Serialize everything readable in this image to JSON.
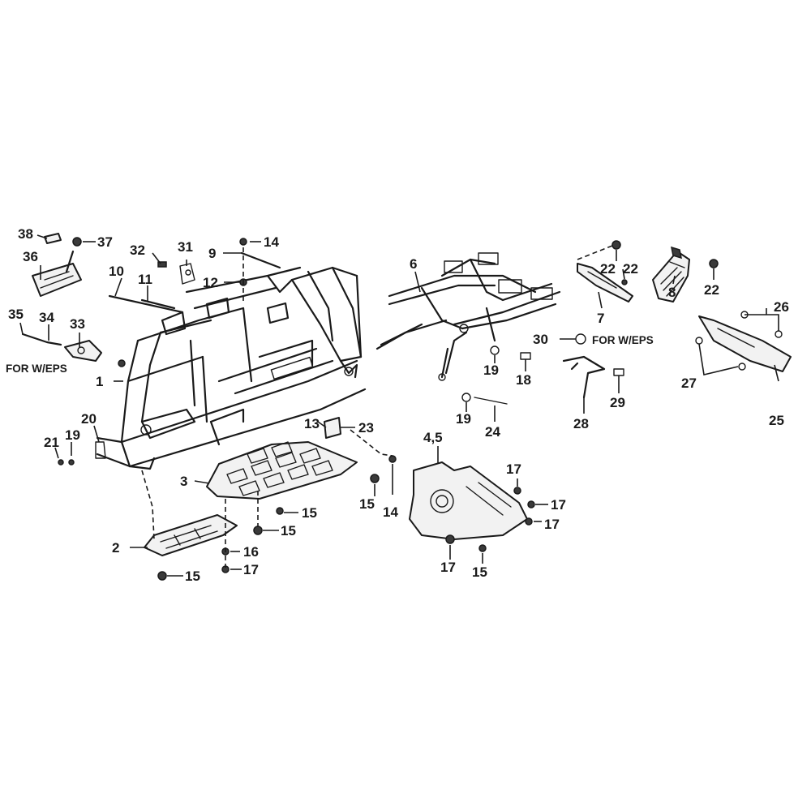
{
  "callouts": [
    {
      "id": "c1",
      "label": "1"
    },
    {
      "id": "c2",
      "label": "2"
    },
    {
      "id": "c3",
      "label": "3"
    },
    {
      "id": "c45",
      "label": "4,5"
    },
    {
      "id": "c6",
      "label": "6"
    },
    {
      "id": "c7",
      "label": "7"
    },
    {
      "id": "c8",
      "label": "8"
    },
    {
      "id": "c9",
      "label": "9"
    },
    {
      "id": "c10",
      "label": "10"
    },
    {
      "id": "c11",
      "label": "11"
    },
    {
      "id": "c12",
      "label": "12"
    },
    {
      "id": "c13",
      "label": "13"
    },
    {
      "id": "c14a",
      "label": "14"
    },
    {
      "id": "c14b",
      "label": "14"
    },
    {
      "id": "c15a",
      "label": "15"
    },
    {
      "id": "c15b",
      "label": "15"
    },
    {
      "id": "c15c",
      "label": "15"
    },
    {
      "id": "c15d",
      "label": "15"
    },
    {
      "id": "c15e",
      "label": "15"
    },
    {
      "id": "c16",
      "label": "16"
    },
    {
      "id": "c17a",
      "label": "17"
    },
    {
      "id": "c17b",
      "label": "17"
    },
    {
      "id": "c17c",
      "label": "17"
    },
    {
      "id": "c17d",
      "label": "17"
    },
    {
      "id": "c17e",
      "label": "17"
    },
    {
      "id": "c18",
      "label": "18"
    },
    {
      "id": "c19a",
      "label": "19"
    },
    {
      "id": "c19b",
      "label": "19"
    },
    {
      "id": "c19c",
      "label": "19"
    },
    {
      "id": "c20",
      "label": "20"
    },
    {
      "id": "c21",
      "label": "21"
    },
    {
      "id": "c22a",
      "label": "22"
    },
    {
      "id": "c22b",
      "label": "22"
    },
    {
      "id": "c22c",
      "label": "22"
    },
    {
      "id": "c23",
      "label": "23"
    },
    {
      "id": "c24",
      "label": "24"
    },
    {
      "id": "c25",
      "label": "25"
    },
    {
      "id": "c26",
      "label": "26"
    },
    {
      "id": "c27",
      "label": "27"
    },
    {
      "id": "c28",
      "label": "28"
    },
    {
      "id": "c29",
      "label": "29"
    },
    {
      "id": "c30",
      "label": "30"
    },
    {
      "id": "c31",
      "label": "31"
    },
    {
      "id": "c32",
      "label": "32"
    },
    {
      "id": "c33",
      "label": "33"
    },
    {
      "id": "c34",
      "label": "34"
    },
    {
      "id": "c35",
      "label": "35"
    },
    {
      "id": "c36",
      "label": "36"
    },
    {
      "id": "c37",
      "label": "37"
    },
    {
      "id": "c38",
      "label": "38"
    }
  ],
  "notes": {
    "eps_left": "FOR W/EPS",
    "eps_right": "FOR W/EPS"
  },
  "colors": {
    "line": "#1a1a1a",
    "background": "#ffffff"
  }
}
